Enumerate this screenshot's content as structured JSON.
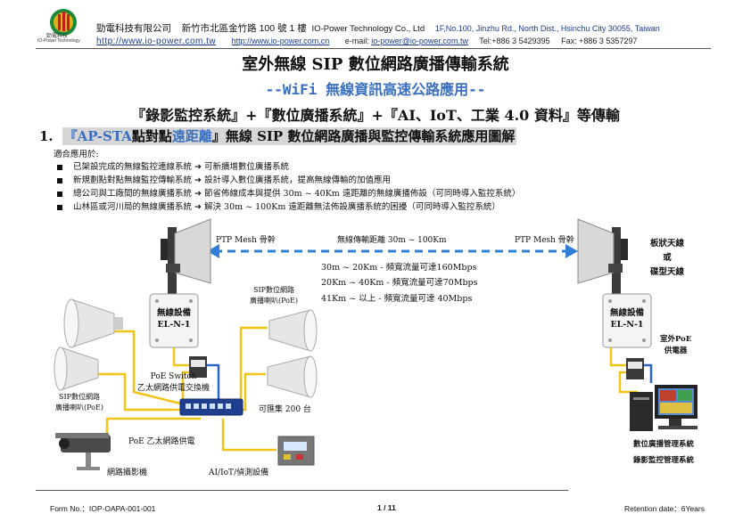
{
  "header": {
    "logo_text": "勁電科技",
    "logo_sub": "IO-Power Technology",
    "company_zh": "勁電科技有限公司",
    "address_zh": "新竹市北區金竹路 100 號 1 樓",
    "company_en": "IO-Power Technology Co., Ltd",
    "address_en": "1F,No.100, Jinzhu Rd., North Dist., Hsinchu City 30055, Taiwan",
    "url1": "http://www.io-power.com.tw",
    "url2": "http://www.io-power.com.cn",
    "email_label": "e-mail:",
    "email": "io-power@io-power.com.tw",
    "tel": "Tel:+886 3 5429395",
    "fax": "Fax: +886 3 5357297"
  },
  "title": "室外無線 SIP 數位網路廣播傳輸系統",
  "subtitle": "--WiFi 無線資訊高速公路應用--",
  "subtitle2": "『錄影監控系統』+『數位廣播系統』+『AI、IoT、工業 4.0 資料』等傳輸",
  "section": {
    "number": "1.",
    "part1": "『AP-STA",
    "part2": "點對點",
    "part3": "遠距離",
    "part4": "』",
    "rest": "無線 SIP 數位網路廣播與監控傳輸系統應用圖解"
  },
  "applies_label": "適合應用於:",
  "bullets": [
    "已架設完成的無線監控連線系統 ➔ 可新擴增數位廣播系統",
    "新規劃點對點無線監控傳輸系統 ➔ 設計導入數位廣播系統，提高無線傳輸的加值應用",
    "總公司與工廠間的無線廣播系統 ➔ 節省佈線成本與提供 30m ~ 40Km 遠距離的無線廣播佈設（可同時導入監控系統）",
    "山林區或河川局的無線廣播系統 ➔ 解決 30m ~ 100Km 遠距離無法佈設廣播系統的困擾（可同時導入監控系統）"
  ],
  "diagram": {
    "ptp_left": "PTP Mesh 骨幹",
    "ptp_right": "PTP Mesh 骨幹",
    "distance": "無線傳輸距離 30m ~ 100Km",
    "bw1": "30m ~ 20Km - 頻寬流量可達160Mbps",
    "bw2": "20Km ~ 40Km - 頻寬流量可達70Mbps",
    "bw3": "41Km ~ 以上 - 頻寬流量可達 40Mbps",
    "antenna_type_1": "板狀天線",
    "antenna_type_2": "或",
    "antenna_type_3": "碟型天線",
    "device_left_1": "無線設備",
    "device_left_2": "EL-N-1",
    "device_right_1": "無線設備",
    "device_right_2": "EL-N-1",
    "speaker_top_1": "SIP數位網路",
    "speaker_top_2": "廣播喇叭(PoE)",
    "speaker_left_1": "SIP數位網路",
    "speaker_left_2": "廣播喇叭(PoE)",
    "poe_switch_1": "PoE Switch",
    "poe_switch_2": "乙太網路供電交換機",
    "expandable": "可匯集 200 台",
    "poe_power": "PoE 乙太網路供電",
    "camera": "網路攝影機",
    "ai_iot": "AI/IoT/偵測設備",
    "outdoor_poe_1": "室外PoE",
    "outdoor_poe_2": "供電器",
    "mgmt1": "數位廣播管理系統",
    "mgmt2": "錄影監控管理系統"
  },
  "footer": {
    "form_no": "Form No.：IOP-OAPA-001-001",
    "page": "1 / 11",
    "retention": "Retention date：6Years"
  },
  "colors": {
    "link_blue": "#1a3a8a",
    "accent_blue": "#3a6fbf",
    "cable_yellow": "#f2c418",
    "cable_blue": "#2a64c8",
    "dash_blue": "#2f7fd6"
  }
}
